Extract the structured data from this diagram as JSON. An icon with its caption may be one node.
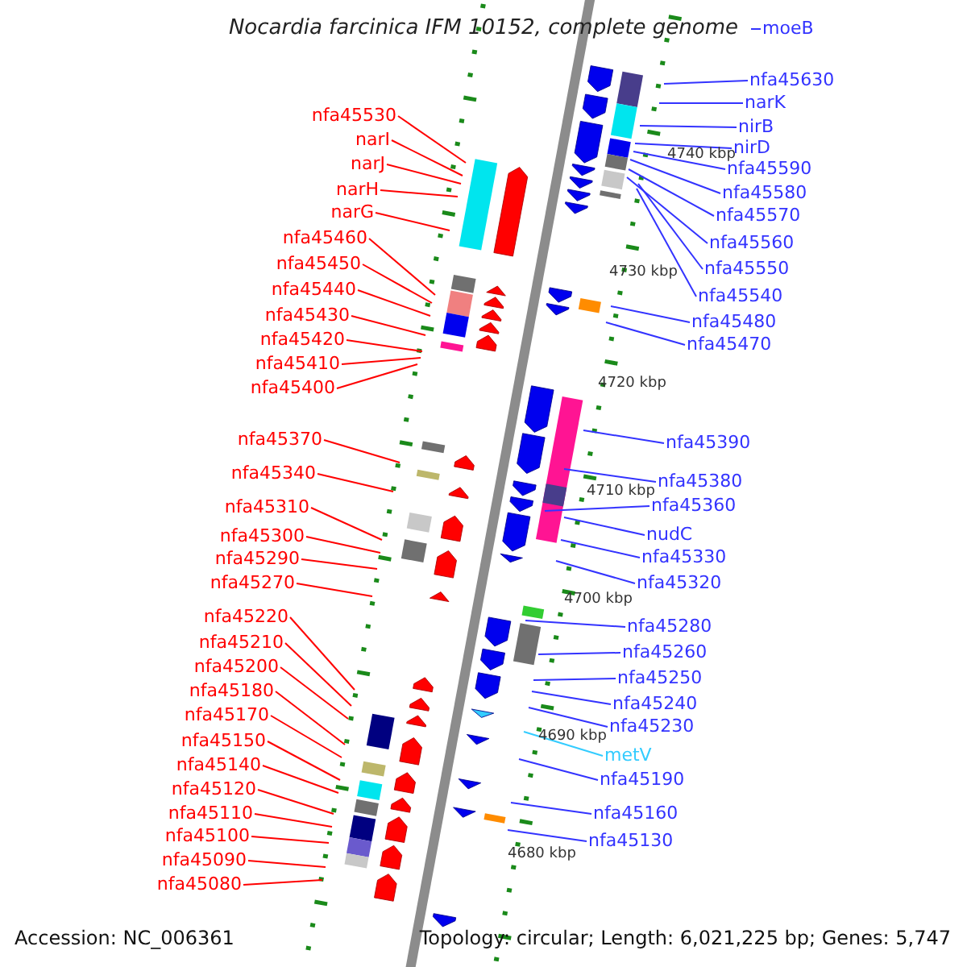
{
  "diagram": {
    "title": "Nocardia farcinica IFM 10152, complete genome",
    "nodes": [
      {
        "text": [
          "moeB"
        ]
      },
      {
        "text": [
          "nfa45530"
        ]
      },
      {
        "text": [
          "narI"
        ]
      },
      {
        "text": [
          "narJ"
        ]
      },
      {
        "text": [
          "narH"
        ]
      },
      {
        "text": [
          "narG"
        ]
      },
      {
        "text": [
          "nfa45460"
        ]
      },
      {
        "text": [
          "nfa45450"
        ]
      },
      {
        "text": [
          "nfa45440"
        ]
      },
      {
        "text": [
          "nfa45430"
        ]
      },
      {
        "text": [
          "nfa45420"
        ]
      },
      {
        "text": [
          "nfa45410"
        ]
      },
      {
        "text": [
          "nfa45400"
        ]
      },
      {
        "text": [
          "nfa45370"
        ]
      },
      {
        "text": [
          "nfa45340"
        ]
      },
      {
        "text": [
          "nfa45310"
        ]
      },
      {
        "text": [
          "nfa45300"
        ]
      },
      {
        "text": [
          "nfa45290"
        ]
      },
      {
        "text": [
          "nfa45270"
        ]
      },
      {
        "text": [
          "nfa45220"
        ]
      },
      {
        "text": [
          "nfa45210"
        ]
      },
      {
        "text": [
          "nfa45200"
        ]
      },
      {
        "text": [
          "nfa45180"
        ]
      },
      {
        "text": [
          "nfa45170"
        ]
      },
      {
        "text": [
          "nfa45150"
        ]
      },
      {
        "text": [
          "nfa45140"
        ]
      },
      {
        "text": [
          "nfa45120"
        ]
      },
      {
        "text": [
          "nfa45110"
        ]
      },
      {
        "text": [
          "nfa45100"
        ]
      },
      {
        "text": [
          "nfa45090"
        ]
      },
      {
        "text": [
          "nfa45080"
        ]
      },
      {
        "text": [
          "nfa45630"
        ]
      },
      {
        "text": [
          "narK"
        ]
      },
      {
        "text": [
          "nirB"
        ]
      },
      {
        "text": [
          "nirD"
        ]
      },
      {
        "text": [
          "nfa45590"
        ]
      },
      {
        "text": [
          "nfa45580"
        ]
      },
      {
        "text": [
          "nfa45570"
        ]
      },
      {
        "text": [
          "nfa45560"
        ]
      },
      {
        "text": [
          "nfa45550"
        ]
      },
      {
        "text": [
          "nfa45540"
        ]
      },
      {
        "text": [
          "nfa45480"
        ]
      },
      {
        "text": [
          "nfa45470"
        ]
      },
      {
        "text": [
          "nfa45390"
        ]
      },
      {
        "text": [
          "nfa45380"
        ]
      },
      {
        "text": [
          "nfa45360"
        ]
      },
      {
        "text": [
          "nudC"
        ]
      },
      {
        "text": [
          "nfa45330"
        ]
      },
      {
        "text": [
          "nfa45320"
        ]
      },
      {
        "text": [
          "nfa45280"
        ]
      },
      {
        "text": [
          "nfa45260"
        ]
      },
      {
        "text": [
          "nfa45250"
        ]
      },
      {
        "text": [
          "nfa45240"
        ]
      },
      {
        "text": [
          "nfa45230"
        ]
      },
      {
        "text": [
          "metV"
        ]
      },
      {
        "text": [
          "nfa45190"
        ]
      },
      {
        "text": [
          "nfa45160"
        ]
      },
      {
        "text": [
          "nfa45130"
        ]
      }
    ],
    "edges": [
      {
        "from": 0,
        "to": null,
        "arrow": "none",
        "color": "#3333ff"
      },
      {
        "from": 1,
        "to": null,
        "arrow": "none"
      },
      {
        "from": 2,
        "to": null,
        "arrow": "none"
      },
      {
        "from": 3,
        "to": null,
        "arrow": "none"
      },
      {
        "from": 4,
        "to": null,
        "arrow": "none"
      },
      {
        "from": 5,
        "to": null,
        "arrow": "none"
      },
      {
        "from": 6,
        "to": null,
        "arrow": "none"
      },
      {
        "from": 7,
        "to": null,
        "arrow": "none"
      },
      {
        "from": 8,
        "to": null,
        "arrow": "none"
      },
      {
        "from": 9,
        "to": null,
        "arrow": "none"
      },
      {
        "from": 10,
        "to": null,
        "arrow": "none"
      },
      {
        "from": 11,
        "to": null,
        "arrow": "none"
      },
      {
        "from": 12,
        "to": null,
        "arrow": "none"
      },
      {
        "from": 13,
        "to": null,
        "arrow": "none"
      },
      {
        "from": 14,
        "to": null,
        "arrow": "none"
      },
      {
        "from": 15,
        "to": null,
        "arrow": "none"
      },
      {
        "from": 16,
        "to": null,
        "arrow": "none"
      },
      {
        "from": 17,
        "to": null,
        "arrow": "none"
      },
      {
        "from": 18,
        "to": null,
        "arrow": "none"
      },
      {
        "from": 19,
        "to": null,
        "arrow": "none"
      },
      {
        "from": 20,
        "to": null,
        "arrow": "none"
      },
      {
        "from": 21,
        "to": null,
        "arrow": "none"
      },
      {
        "from": 22,
        "to": null,
        "arrow": "none"
      },
      {
        "from": 23,
        "to": null,
        "arrow": "none"
      },
      {
        "from": 24,
        "to": null,
        "arrow": "none"
      },
      {
        "from": 25,
        "to": null,
        "arrow": "none"
      },
      {
        "from": 26,
        "to": null,
        "arrow": "none"
      },
      {
        "from": 27,
        "to": null,
        "arrow": "none"
      },
      {
        "from": 28,
        "to": null,
        "arrow": "none"
      },
      {
        "from": 29,
        "to": null,
        "arrow": "none"
      },
      {
        "from": 30,
        "to": null,
        "arrow": "none"
      },
      {
        "from": 31,
        "to": null,
        "arrow": "none",
        "color": "#3333ff"
      },
      {
        "from": 32,
        "to": null,
        "arrow": "none",
        "color": "#3333ff"
      },
      {
        "from": 33,
        "to": null,
        "arrow": "none",
        "color": "#3333ff"
      },
      {
        "from": 34,
        "to": null,
        "arrow": "none",
        "color": "#3333ff"
      },
      {
        "from": 35,
        "to": null,
        "arrow": "none",
        "color": "#3333ff"
      },
      {
        "from": 36,
        "to": null,
        "arrow": "none",
        "color": "#3333ff"
      },
      {
        "from": 37,
        "to": null,
        "arrow": "none",
        "color": "#3333ff"
      },
      {
        "from": 38,
        "to": null,
        "arrow": "none",
        "color": "#3333ff"
      },
      {
        "from": 39,
        "to": null,
        "arrow": "none",
        "color": "#3333ff"
      },
      {
        "from": 40,
        "to": null,
        "arrow": "none",
        "color": "#3333ff"
      },
      {
        "from": 41,
        "to": null,
        "arrow": "none",
        "color": "#3333ff"
      },
      {
        "from": 42,
        "to": null,
        "arrow": "none",
        "color": "#3333ff"
      },
      {
        "from": 43,
        "to": null,
        "arrow": "none",
        "color": "#3333ff"
      },
      {
        "from": 44,
        "to": null,
        "arrow": "none",
        "color": "#3333ff"
      },
      {
        "from": 45,
        "to": null,
        "arrow": "none",
        "color": "#3333ff"
      },
      {
        "from": 46,
        "to": null,
        "arrow": "none",
        "color": "#3333ff"
      },
      {
        "from": 47,
        "to": null,
        "arrow": "none",
        "color": "#3333ff"
      },
      {
        "from": 48,
        "to": null,
        "arrow": "none",
        "color": "#3333ff"
      },
      {
        "from": 49,
        "to": null,
        "arrow": "none",
        "color": "#3333ff"
      },
      {
        "from": 50,
        "to": null,
        "arrow": "none",
        "color": "#3333ff"
      },
      {
        "from": 51,
        "to": null,
        "arrow": "none",
        "color": "#3333ff"
      },
      {
        "from": 52,
        "to": null,
        "arrow": "none",
        "color": "#3333ff"
      },
      {
        "from": 53,
        "to": null,
        "arrow": "none",
        "color": "#3333ff"
      },
      {
        "from": 54,
        "to": null,
        "arrow": "none",
        "color": "#33ccff"
      },
      {
        "from": 55,
        "to": null,
        "arrow": "none",
        "color": "#3333ff"
      },
      {
        "from": 56,
        "to": null,
        "arrow": "none",
        "color": "#3333ff"
      },
      {
        "from": 57,
        "to": null,
        "arrow": "none",
        "color": "#3333ff"
      }
    ],
    "labels": [
      "4740 kbp",
      "4730 kbp",
      "4720 kbp",
      "4710 kbp",
      "4700 kbp",
      "4690 kbp",
      "4680 kbp",
      "Accession: NC_006361",
      "Topology: circular; Length: 6,021,225 bp; Genes: 5,747"
    ]
  }
}
